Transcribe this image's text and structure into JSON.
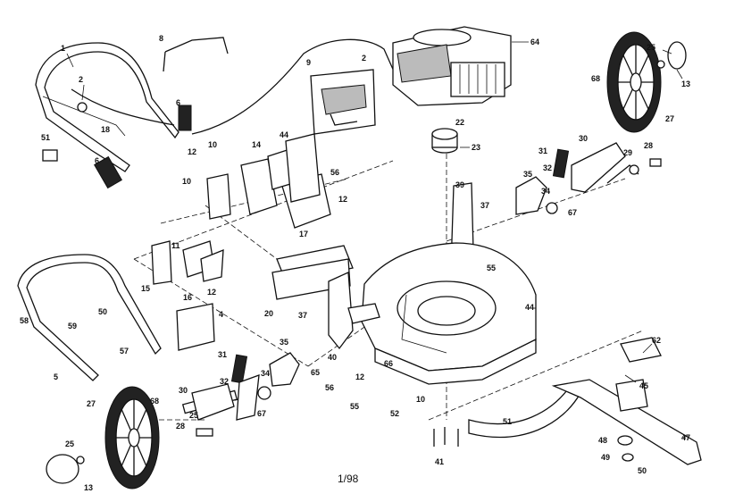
{
  "diagram": {
    "footer_code": "1/98",
    "labels": {
      "l1": "1",
      "l2a": "2",
      "l2b": "2",
      "l4": "4",
      "l5": "5",
      "l6a": "6",
      "l6b": "6",
      "l8": "8",
      "l9": "9",
      "l10a": "10",
      "l10b": "10",
      "l10c": "10",
      "l11": "11",
      "l12a": "12",
      "l12b": "12",
      "l12c": "12",
      "l12d": "12",
      "l13a": "13",
      "l13b": "13",
      "l14": "14",
      "l15": "15",
      "l16": "16",
      "l17": "17",
      "l18": "18",
      "l20": "20",
      "l22": "22",
      "l23": "23",
      "l25a": "25",
      "l25b": "25",
      "l25c": "25",
      "l27a": "27",
      "l27b": "27",
      "l28a": "28",
      "l28b": "28",
      "l29": "29",
      "l30a": "30",
      "l30b": "30",
      "l31a": "31",
      "l31b": "31",
      "l32a": "32",
      "l32b": "32",
      "l34a": "34",
      "l34b": "34",
      "l35a": "35",
      "l35b": "35",
      "l37a": "37",
      "l37b": "37",
      "l39": "39",
      "l40": "40",
      "l41": "41",
      "l44a": "44",
      "l44b": "44",
      "l45": "45",
      "l47": "47",
      "l48": "48",
      "l49": "49",
      "l50a": "50",
      "l50b": "50",
      "l51a": "51",
      "l51b": "51",
      "l52": "52",
      "l55a": "55",
      "l55b": "55",
      "l56a": "56",
      "l56b": "56",
      "l57": "57",
      "l58": "58",
      "l59": "59",
      "l62": "62",
      "l64": "64",
      "l65": "65",
      "l66": "66",
      "l67a": "67",
      "l67b": "67",
      "l68a": "68",
      "l68b": "68"
    }
  }
}
